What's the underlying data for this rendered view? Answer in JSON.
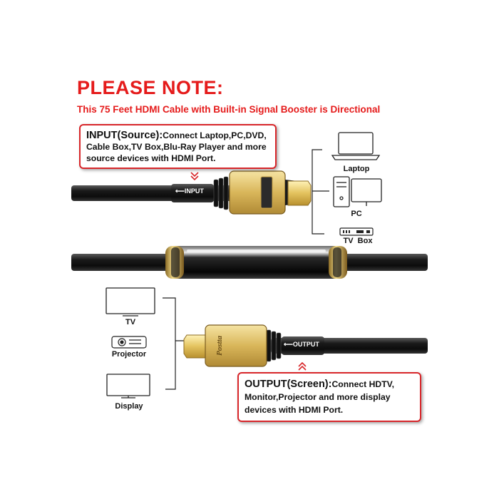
{
  "heading": "PLEASE NOTE:",
  "subheading": "This 75 Feet HDMI Cable with Built-in Signal Booster is Directional",
  "input_note": {
    "title": "INPUT(Source):",
    "text": "Connect Laptop,PC,DVD, Cable Box,TV Box,Blu-Ray Player and more source devices with HDMI Port."
  },
  "output_note": {
    "title": "OUTPUT(Screen):",
    "text": "Connect HDTV, Monitor,Projector and more display devices with HDMI Port."
  },
  "cable_labels": {
    "input": "INPUT",
    "output": "OUTPUT"
  },
  "connector_logo": "Postta",
  "source_devices": [
    "Laptop",
    "PC",
    "TV  Box"
  ],
  "display_devices": [
    "TV",
    "Projector",
    "Display"
  ],
  "colors": {
    "accent_red": "#e51b1b",
    "cable_black": "#1b1b1b",
    "connector_gold": "#e2c56a"
  }
}
